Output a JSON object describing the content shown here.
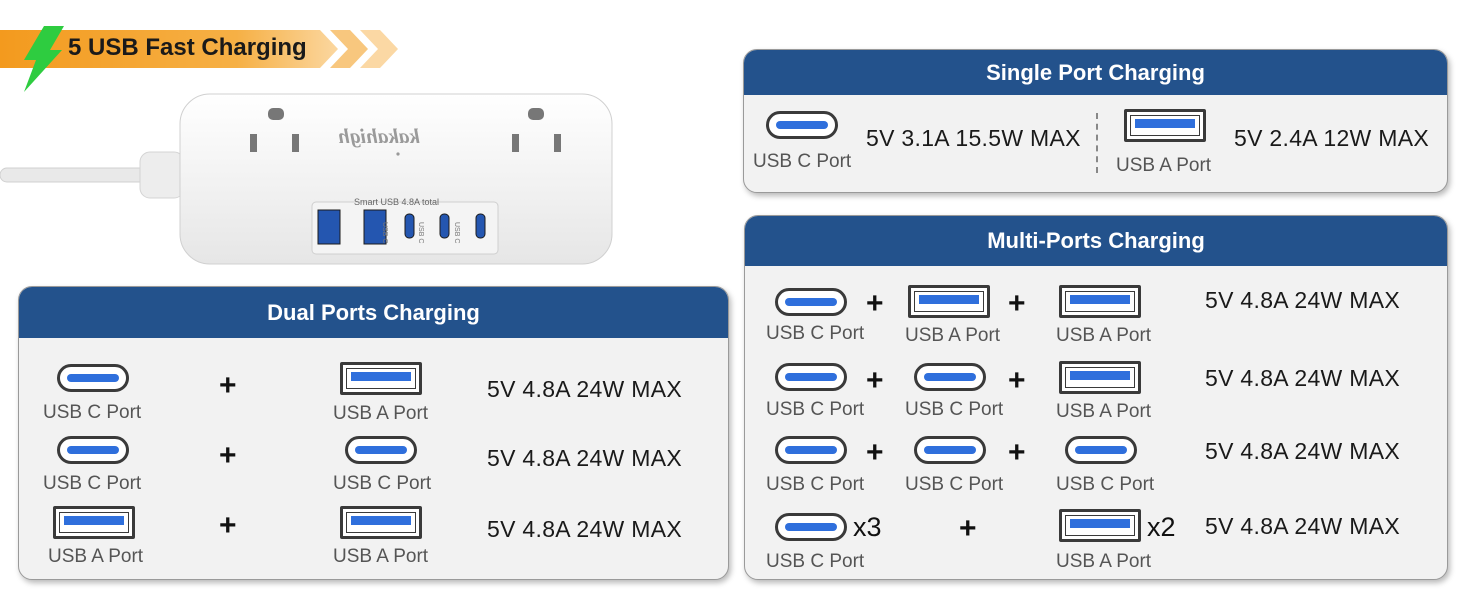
{
  "banner": {
    "title": "5 USB Fast Charging"
  },
  "product": {
    "brand": "kakahigh",
    "usb_panel_label": "Smart USB 4.8A total",
    "usb_c_port_marks": [
      "USB C",
      "USB C",
      "USB C"
    ]
  },
  "single_port": {
    "title": "Single Port Charging",
    "usb_c": {
      "label": "USB C Port",
      "spec": "5V 3.1A 15.5W MAX"
    },
    "usb_a": {
      "label": "USB A Port",
      "spec": "5V 2.4A 12W MAX"
    }
  },
  "dual_ports": {
    "title": "Dual Ports Charging",
    "rows": [
      {
        "left_label": "USB C Port",
        "plus": "+",
        "right_label": "USB A Port",
        "spec": "5V 4.8A 24W MAX"
      },
      {
        "left_label": "USB C Port",
        "plus": "+",
        "right_label": "USB C Port",
        "spec": "5V 4.8A 24W MAX"
      },
      {
        "left_label": "USB A Port",
        "plus": "+",
        "right_label": "USB A Port",
        "spec": "5V 4.8A 24W MAX"
      }
    ]
  },
  "multi_ports": {
    "title": "Multi-Ports Charging",
    "rows": [
      {
        "labels": [
          "USB C Port",
          "USB A Port",
          "USB A Port"
        ],
        "plus": "+",
        "spec": "5V 4.8A 24W MAX"
      },
      {
        "labels": [
          "USB C Port",
          "USB C Port",
          "USB A Port"
        ],
        "plus": "+",
        "spec": "5V 4.8A 24W MAX"
      },
      {
        "labels": [
          "USB C Port",
          "USB C Port",
          "USB C Port"
        ],
        "plus": "+",
        "spec": "5V 4.8A 24W MAX"
      },
      {
        "labels": [
          "USB C Port",
          "USB A Port"
        ],
        "multipliers": [
          "x3",
          "x2"
        ],
        "plus": "+",
        "spec": "5V 4.8A 24W MAX"
      }
    ]
  },
  "colors": {
    "header_blue": "#23528c",
    "port_blue": "#2f6fdc",
    "banner_orange": "#f39a1e",
    "bolt_green": "#2ecc40",
    "panel_bg": "#f2f2f2"
  },
  "icons": [
    "lightning-bolt-icon",
    "usb-c-port-icon",
    "usb-a-port-icon"
  ]
}
